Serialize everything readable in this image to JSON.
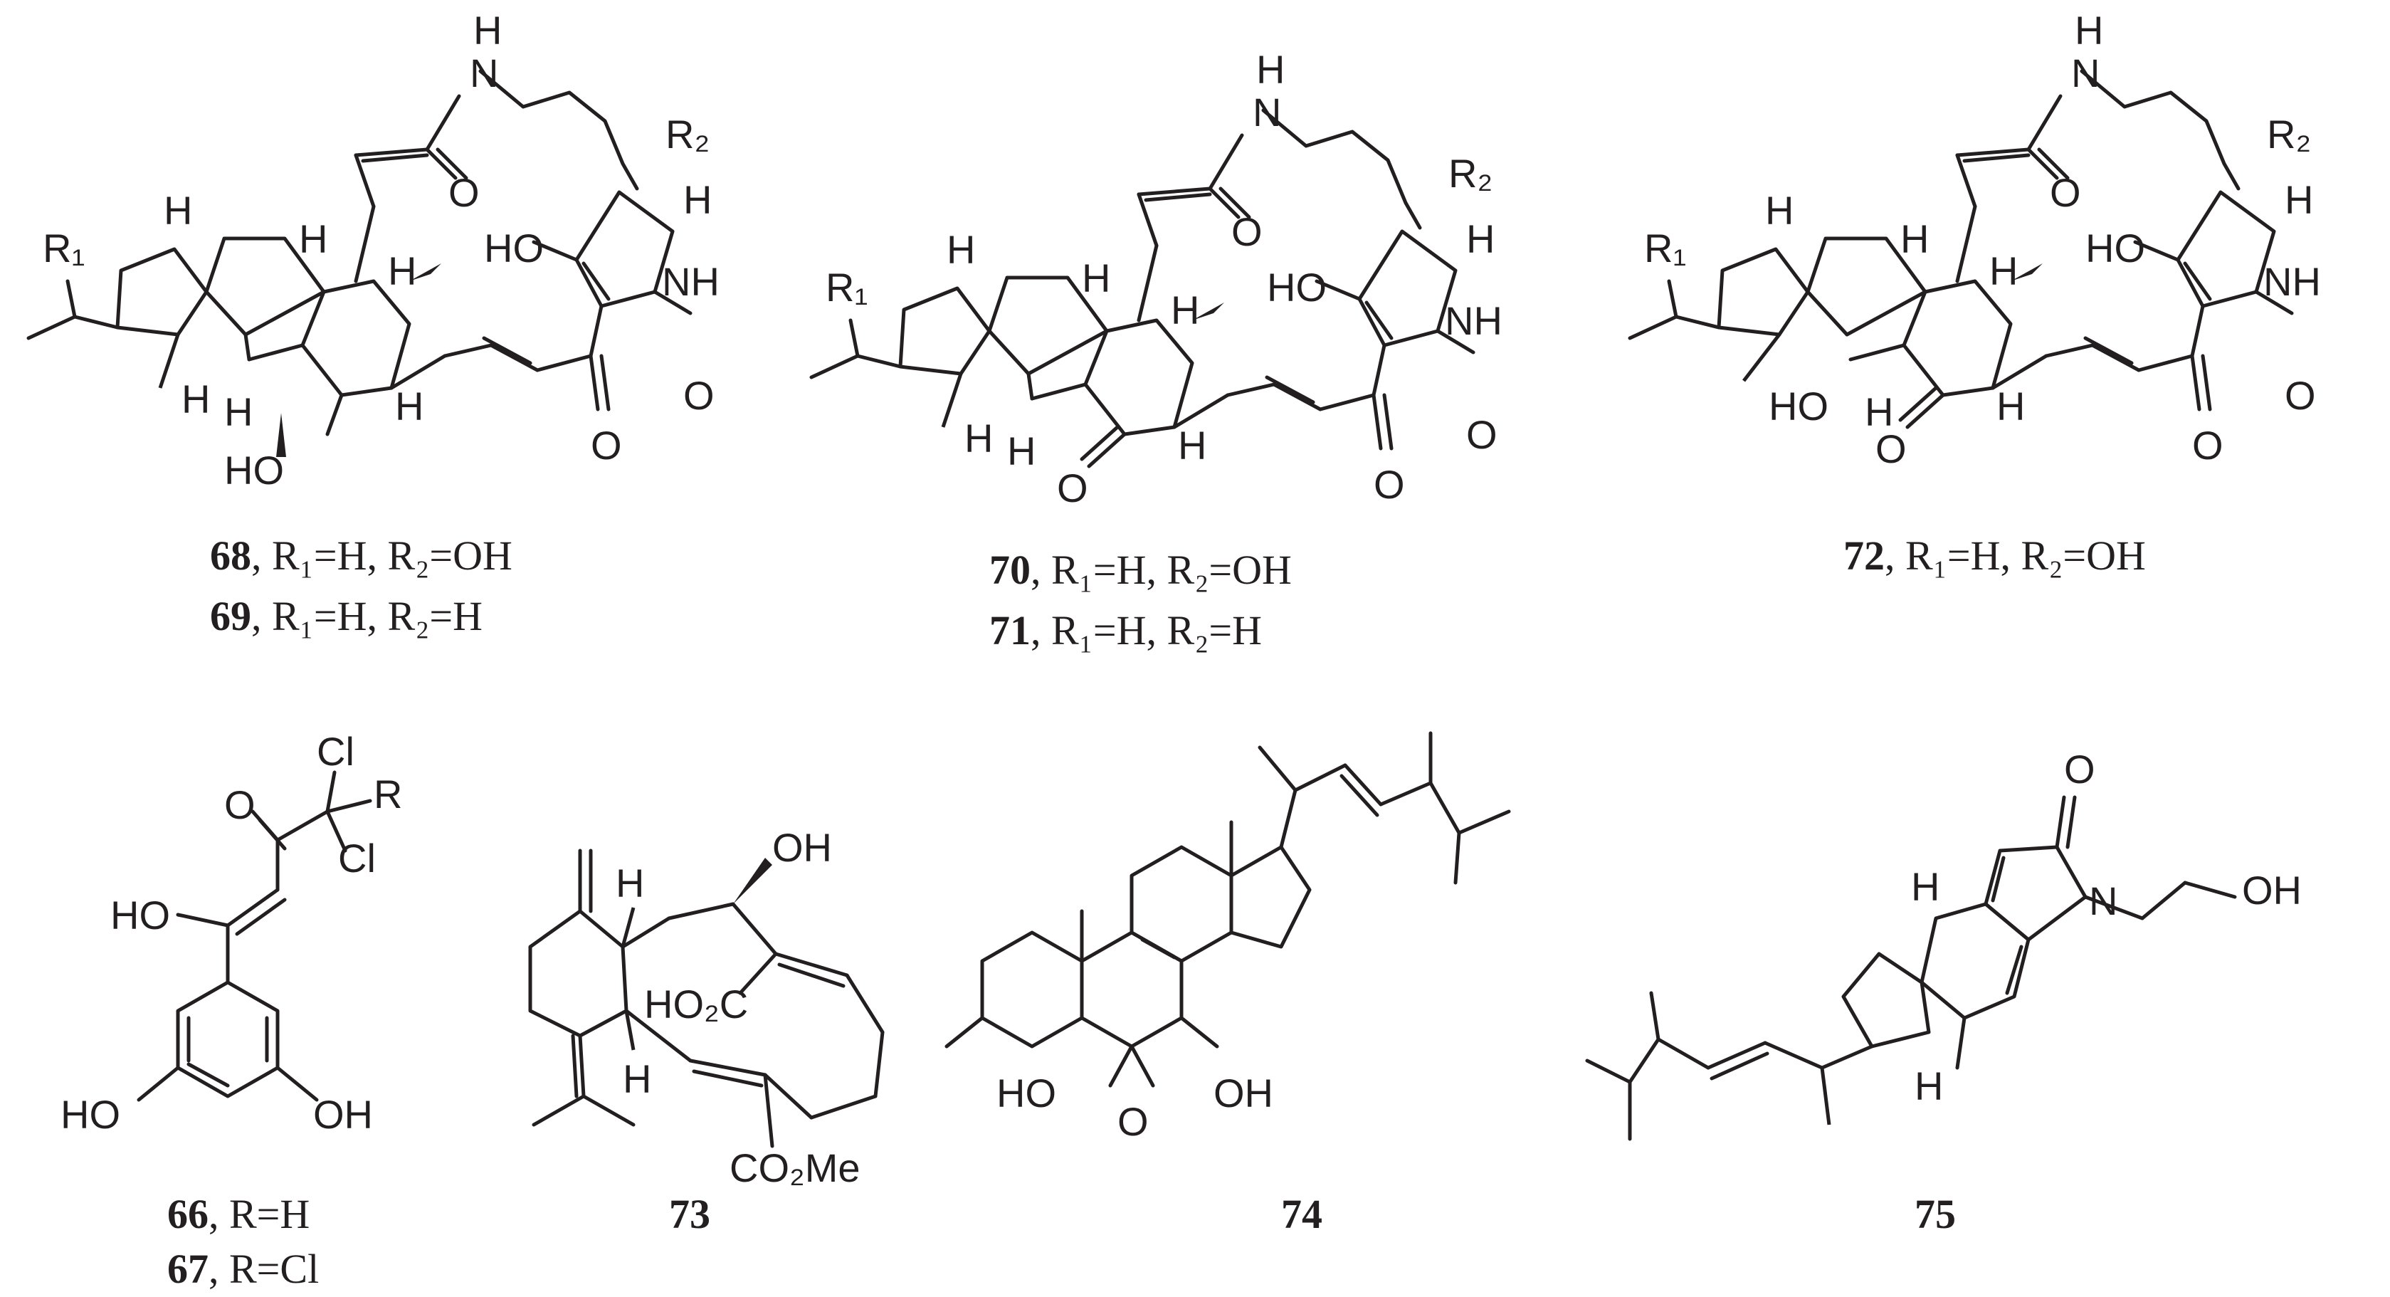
{
  "captions": {
    "c68": {
      "num": "68",
      "text": ", R₁=H, R₂=OH"
    },
    "c69": {
      "num": "69",
      "text": ", R₁=H, R₂=H"
    },
    "c70": {
      "num": "70",
      "text": ", R₁=H, R₂=OH"
    },
    "c71": {
      "num": "71",
      "text": ", R₁=H, R₂=H"
    },
    "c72": {
      "num": "72",
      "text": ", R₁=H, R₂=OH"
    },
    "c66": {
      "num": "66",
      "text": ", R=H"
    },
    "c67": {
      "num": "67",
      "text": ", R=Cl"
    },
    "c73": {
      "num": "73"
    },
    "c74": {
      "num": "74"
    },
    "c75": {
      "num": "75"
    }
  },
  "atoms": {
    "H": "H",
    "N": "N",
    "O": "O",
    "NH": "NH",
    "HO": "HO",
    "OH": "OH",
    "R1": "R₁",
    "R2": "R₂",
    "R": "R",
    "Cl": "Cl",
    "HO2C": "HO₂C",
    "CO2Me": "CO₂Me"
  }
}
